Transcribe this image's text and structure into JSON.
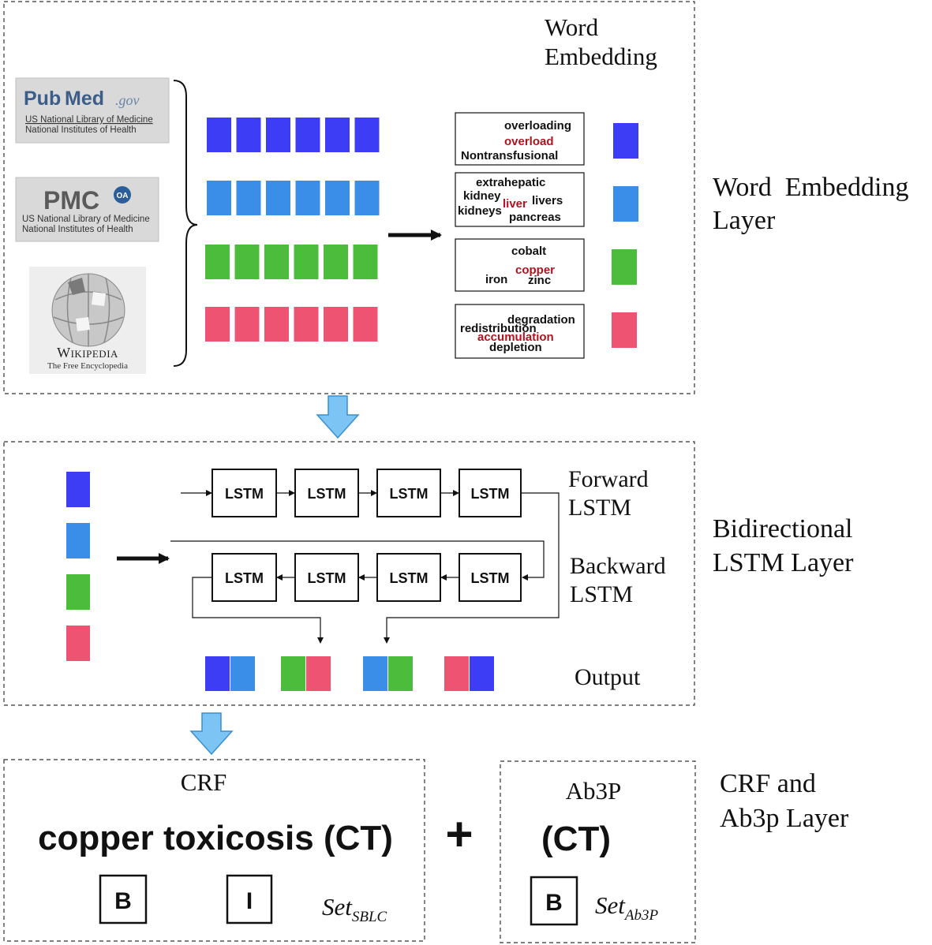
{
  "colors": {
    "blue": "#3d3df5",
    "lightblue": "#3b8ee8",
    "green": "#4cbc3c",
    "pink": "#ee5472",
    "highlight": "#b0121f",
    "arrow_fill": "#7cc4f4",
    "arrow_stroke": "#3a8fd0"
  },
  "section1": {
    "title_line1": "Word",
    "title_line2": "Embedding",
    "side_line1": "Word  Embedding",
    "side_line2": "Layer",
    "sources": {
      "pubmed": {
        "logo_pub": "Pub",
        "logo_med": "Med",
        "logo_gov": ".gov",
        "line1": "US National Library of Medicine",
        "line2": "National Institutes of Health"
      },
      "pmc": {
        "logo": "PMC",
        "badge": "OA",
        "line1": "US National Library of Medicine",
        "line2": "National Institutes of Health"
      },
      "wikipedia": {
        "name": "Wikipedia",
        "tagline": "The Free Encyclopedia"
      }
    },
    "clusters": [
      [
        "overloading",
        "overload",
        "Nontransfusional"
      ],
      [
        "extrahepatic",
        "kidney",
        "liver",
        "livers",
        "kidneys",
        "pancreas"
      ],
      [
        "cobalt",
        "copper",
        "iron",
        "zinc"
      ],
      [
        "degradation",
        "redistribution",
        "accumulation",
        "depletion"
      ]
    ]
  },
  "section2": {
    "side_line1": "Bidirectional",
    "side_line2": "LSTM Layer",
    "forward_line1": "Forward",
    "forward_line2": "LSTM",
    "backward_line1": "Backward",
    "backward_line2": "LSTM",
    "lstm_label": "LSTM",
    "output_label": "Output"
  },
  "section3": {
    "side_line1": "CRF and",
    "side_line2": "Ab3p Layer",
    "crf_title": "CRF",
    "crf_phrase": "copper toxicosis (CT)",
    "tag_b": "B",
    "tag_i": "I",
    "set_main": "Set",
    "set_sblc_sub": "SBLC",
    "plus": "+",
    "ab3p_title": "Ab3P",
    "ab3p_phrase": "(CT)",
    "ab3p_tag": "B",
    "set_ab3p_sub": "Ab3P"
  }
}
